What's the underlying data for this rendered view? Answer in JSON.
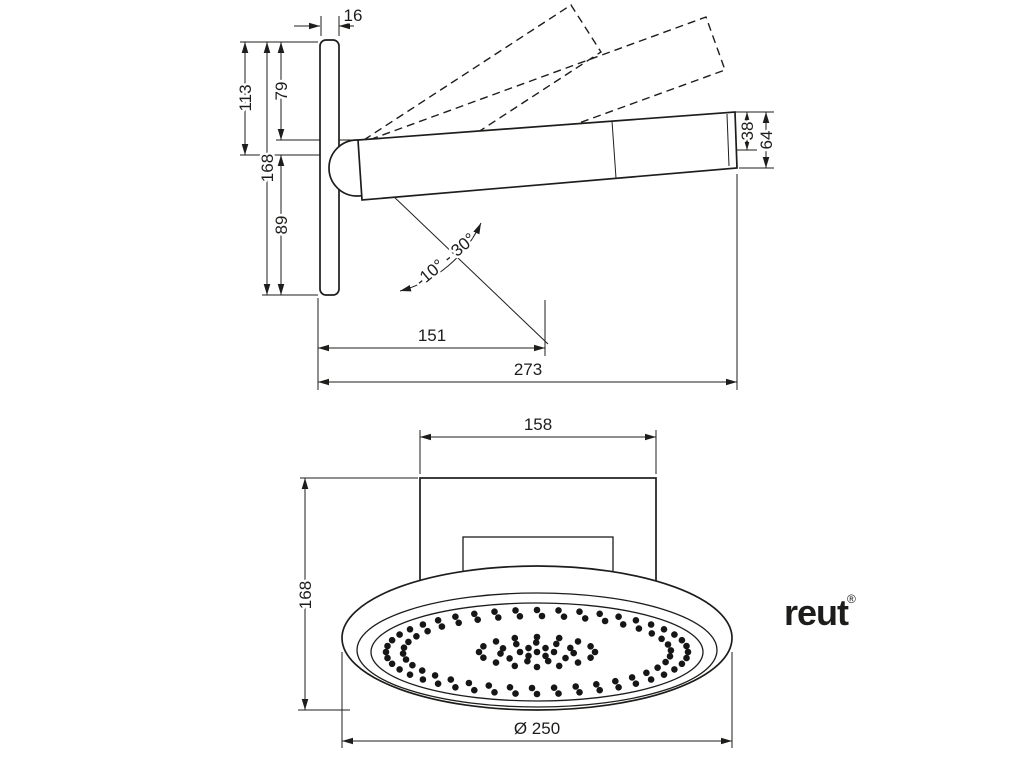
{
  "side_view": {
    "dimensions": {
      "plate_thickness": "16",
      "top_to_pivot": "113",
      "top_to_arm_top": "79",
      "plate_height": "168",
      "pivot_to_plate_bottom": "89",
      "spray_head_depth": "38",
      "arm_end_height": "64",
      "wall_to_joint": "151",
      "wall_to_arm_end": "273",
      "tilt_angle_range": "-10° - 30°"
    }
  },
  "front_view": {
    "dimensions": {
      "mount_width": "158",
      "overall_height": "168",
      "spray_diameter": "Ø 250"
    }
  },
  "watermark": {
    "text": "reut",
    "mark": "®"
  },
  "colors": {
    "line": "#1d1d1b",
    "logo_blue": "#1d3a66"
  }
}
